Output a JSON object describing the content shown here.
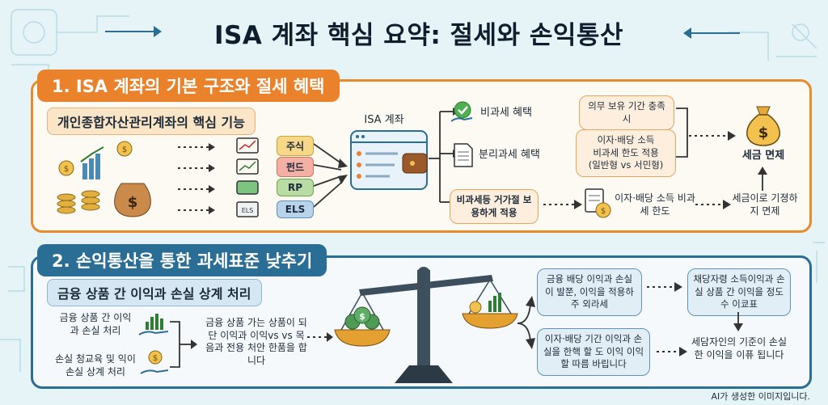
{
  "title": "ISA 계좌 핵심 요약: 절세와 손익통산",
  "section1": {
    "heading": "1. ISA 계좌의 기본 구조와 절세 혜택",
    "subheading": "개인종합자산관리계좌의 핵심 기능",
    "products": [
      "주식",
      "펀드",
      "RP",
      "ELS"
    ],
    "els_icon_label": "ELS",
    "account_label": "ISA 계좌",
    "benefit_tax_free": "비과세 혜택",
    "benefit_separate": "분리과세 혜택",
    "cond_holding": "의무 보유 기간 충족 시",
    "cond_limit_line1": "이자·배당 소득",
    "cond_limit_line2": "비과세 한도 적용",
    "cond_limit_line3": "(일반형 vs 서민형)",
    "tax_exempt": "세금 면제",
    "excess_box": "비과세등 거가절 보용하게 적용",
    "limit_label": "이자·배당 소득 비과세 한도",
    "final_note": "세금이로 기졍하지 면제"
  },
  "section2": {
    "heading": "2. 손익통산을 통한 과세표준 낮추기",
    "subheading": "금융 상품 간 이익과 손실 상계 처리",
    "left_item1": "금융 상품 간 이익과 손실 처리",
    "left_item2": "손실 청교육 및 익이 손실 상계 처리",
    "middle_text": "금융 상품 가는 상품이 되단 이익과 이익vs vs 목음과 전용 처안 한품을 합니다",
    "bubble1": "금융 배당 이익과 손실이 발쭌, 이익을 적용하주 외라세",
    "bubble2": "이자·배당 기간 이익과 손실을 한핵 할 도 이익 이익할 따름 바립니다",
    "right_box1": "채당자령 소득이익과 손실 상품 간 이익을 정도수 이쿄표",
    "right_box2": "세담자인의 기준이 손실 한 이익을 이퓨 됩니다"
  },
  "footer": "AI가 생성한 이미지입니다.",
  "colors": {
    "orange": "#e9822a",
    "navy": "#2a6d95",
    "background": "#e6f4f8"
  }
}
